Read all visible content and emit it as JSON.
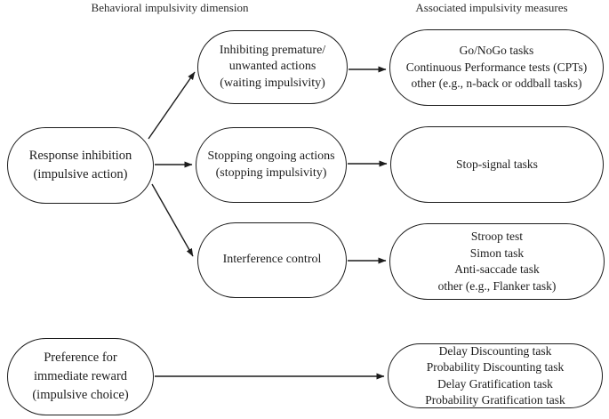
{
  "diagram": {
    "headers": {
      "left": "Behavioral impulsivity dimension",
      "right": "Associated impulsivity measures"
    },
    "nodes": {
      "response_inhibition": {
        "label": "Response inhibition\n(impulsive action)"
      },
      "preference_immediate_reward": {
        "label": "Preference for\nimmediate reward\n(impulsive choice)"
      },
      "inhibiting_premature": {
        "label": "Inhibiting premature/\nunwanted actions\n(waiting impulsivity)"
      },
      "stopping_ongoing": {
        "label": "Stopping ongoing actions\n(stopping impulsivity)"
      },
      "interference_control": {
        "label": "Interference control"
      },
      "go_nogo": {
        "label": "Go/NoGo tasks\nContinuous Performance tests (CPTs)\nother (e.g., n-back or oddball tasks)"
      },
      "stop_signal": {
        "label": "Stop-signal tasks"
      },
      "stroop": {
        "label": "Stroop test\nSimon task\nAnti-saccade task\nother (e.g., Flanker task)"
      },
      "delay_discounting": {
        "label": "Delay Discounting task\nProbability Discounting task\nDelay Gratification task\nProbability Gratification task"
      }
    },
    "connections": [
      {
        "from": "response_inhibition",
        "to": "inhibiting_premature"
      },
      {
        "from": "response_inhibition",
        "to": "stopping_ongoing"
      },
      {
        "from": "response_inhibition",
        "to": "interference_control"
      },
      {
        "from": "inhibiting_premature",
        "to": "go_nogo"
      },
      {
        "from": "stopping_ongoing",
        "to": "stop_signal"
      },
      {
        "from": "interference_control",
        "to": "stroop"
      },
      {
        "from": "preference_immediate_reward",
        "to": "delay_discounting"
      }
    ],
    "colors": {
      "stroke": "#1c1c1c",
      "text": "#1c1c1c",
      "background": "#ffffff"
    }
  }
}
